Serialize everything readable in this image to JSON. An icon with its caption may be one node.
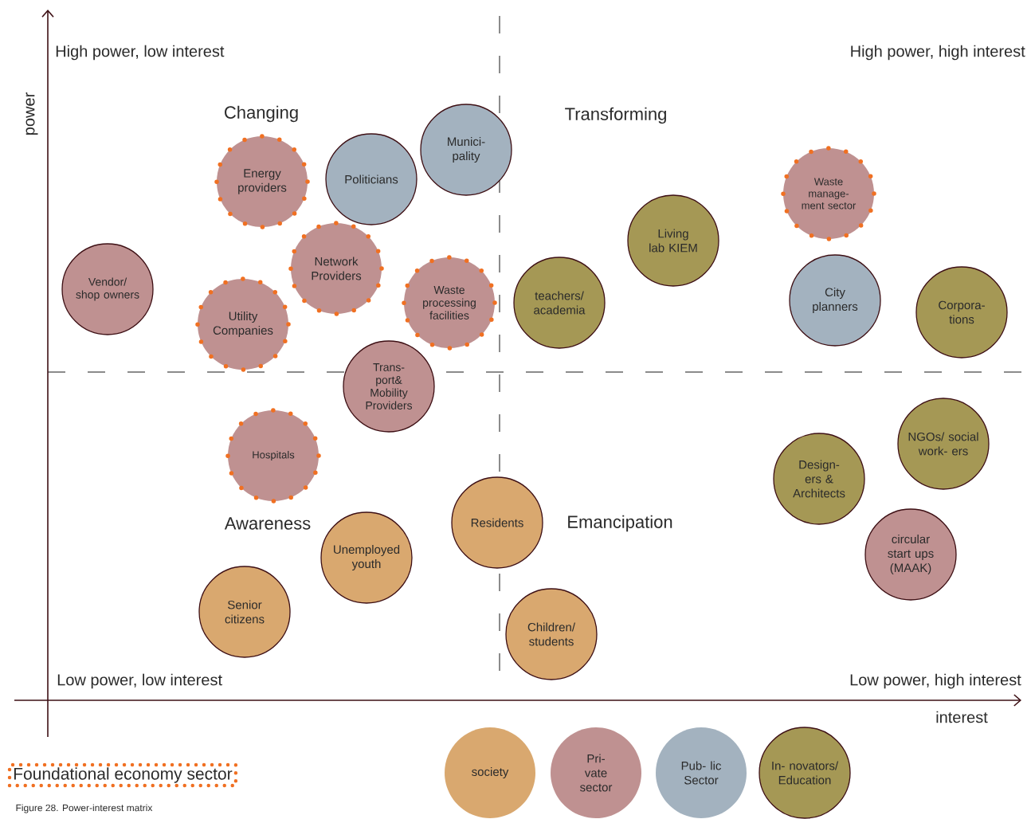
{
  "diagram": {
    "caption": "Figure 28. Power-interest matrix",
    "nodes": [
      {
        "text": [
          "Energy providers"
        ]
      },
      {
        "text": [
          "Politicians"
        ]
      },
      {
        "text": [
          "Munici- pality"
        ]
      },
      {
        "text": [
          "Vendor/ shop owners"
        ]
      },
      {
        "text": [
          "Network Providers"
        ]
      },
      {
        "text": [
          "Waste processing facilities"
        ]
      },
      {
        "text": [
          "Utility Companies"
        ]
      },
      {
        "text": [
          "Trans- port& Mobility Providers"
        ]
      },
      {
        "text": [
          "Living lab KIEM"
        ]
      },
      {
        "text": [
          "Waste manage- ment sector"
        ]
      },
      {
        "text": [
          "teachers/ academia"
        ]
      },
      {
        "text": [
          "City planners"
        ]
      },
      {
        "text": [
          "Corpora- tions"
        ]
      },
      {
        "text": [
          "Hospitals"
        ]
      },
      {
        "text": [
          "NGOs/ social work- ers"
        ]
      },
      {
        "text": [
          "Design- ers & Architects"
        ]
      },
      {
        "text": [
          "Residents"
        ]
      },
      {
        "text": [
          "circular start ups (MAAK)"
        ]
      },
      {
        "text": [
          "Unemployed youth"
        ]
      },
      {
        "text": [
          "Senior citizens"
        ]
      },
      {
        "text": [
          "Children/ students"
        ]
      }
    ],
    "labels": [
      "power",
      "High power, low interest",
      "High power, high interest",
      "Changing",
      "Transforming",
      "Awareness",
      "Emancipation",
      "Low power, low interest",
      "Low power, high interest",
      "interest"
    ],
    "legend": [
      {
        "text": "Foundational economy sector"
      },
      {
        "text": "society",
        "color": "#d9a86f"
      },
      {
        "text": "Pri- vate sector",
        "color": "#bf9191"
      },
      {
        "text": "Pub- lic Sector",
        "color": "#a3b2bf"
      },
      {
        "text": "In- novators/ Education",
        "color": "#a59855"
      }
    ]
  }
}
